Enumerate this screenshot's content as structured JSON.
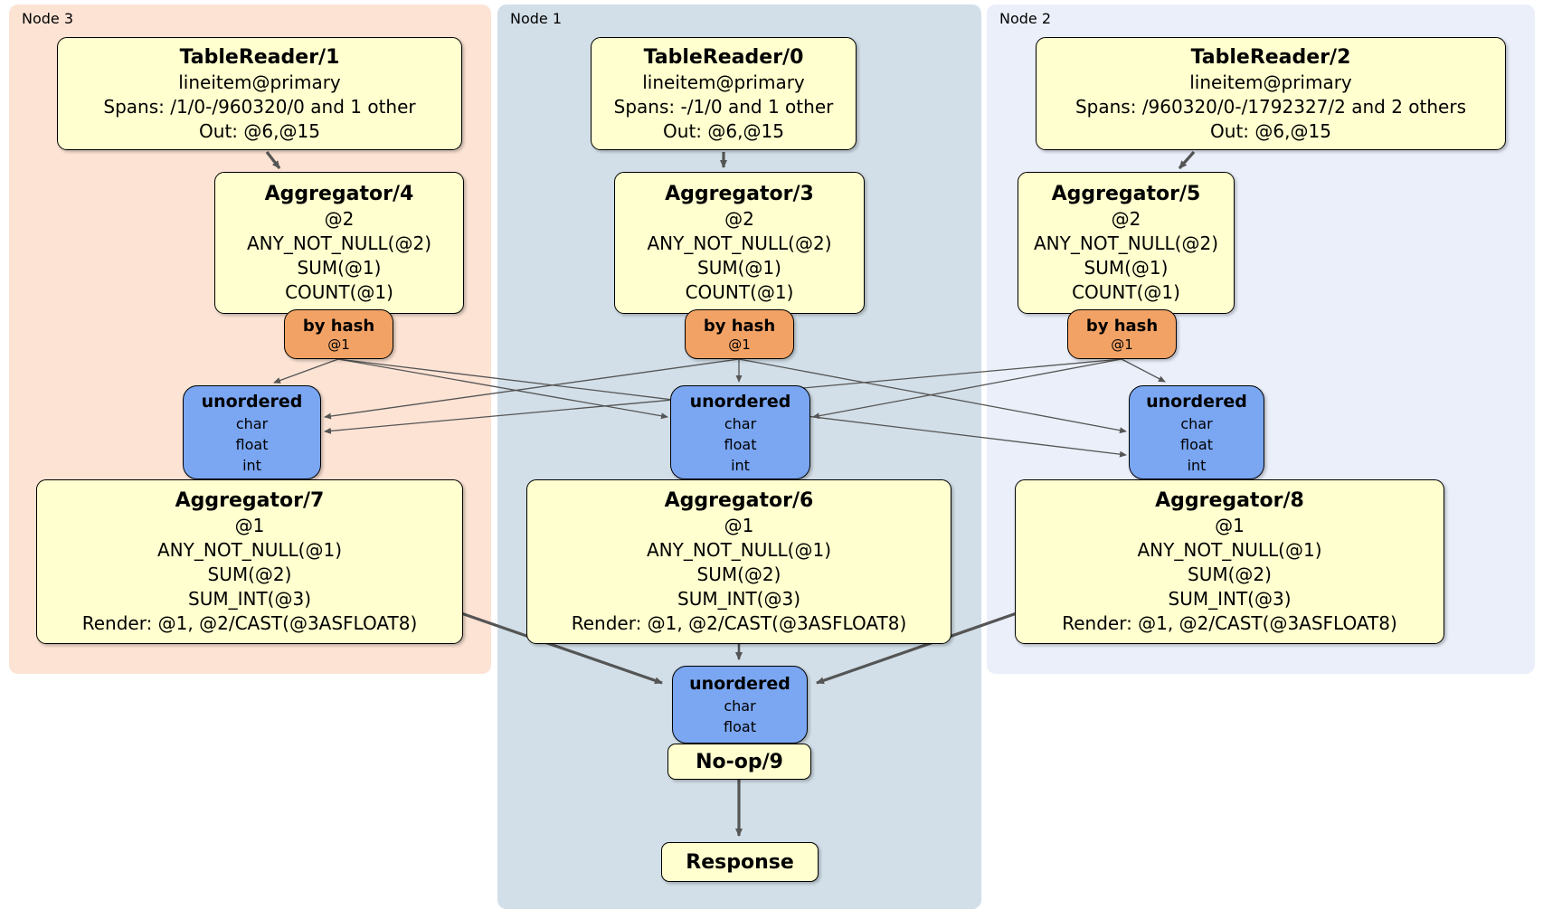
{
  "colors": {
    "node3_bg": "#fce3d4",
    "node1_bg": "#d2dfe8",
    "node2_bg": "#eaeffa",
    "processor_fill": "#ffffcf",
    "router_fill": "#f2a264",
    "sync_fill": "#7aa6f2",
    "edge": "#555555"
  },
  "nodes": [
    {
      "label": "Node 3",
      "table_reader": {
        "title": "TableReader/1",
        "lines": [
          "lineitem@primary",
          "Spans: /1/0-/960320/0 and 1 other",
          "Out: @6,@15"
        ]
      },
      "aggregator_top": {
        "title": "Aggregator/4",
        "lines": [
          "@2",
          "ANY_NOT_NULL(@2)",
          "SUM(@1)",
          "COUNT(@1)"
        ]
      },
      "router": {
        "title": "by hash",
        "detail": "@1"
      },
      "sync": {
        "title": "unordered",
        "lines": [
          "char",
          "float",
          "int"
        ]
      },
      "aggregator_bottom": {
        "title": "Aggregator/7",
        "lines": [
          "@1",
          "ANY_NOT_NULL(@1)",
          "SUM(@2)",
          "SUM_INT(@3)",
          "Render: @1, @2/CAST(@3ASFLOAT8)"
        ]
      }
    },
    {
      "label": "Node 1",
      "table_reader": {
        "title": "TableReader/0",
        "lines": [
          "lineitem@primary",
          "Spans: -/1/0 and 1 other",
          "Out: @6,@15"
        ]
      },
      "aggregator_top": {
        "title": "Aggregator/3",
        "lines": [
          "@2",
          "ANY_NOT_NULL(@2)",
          "SUM(@1)",
          "COUNT(@1)"
        ]
      },
      "router": {
        "title": "by hash",
        "detail": "@1"
      },
      "sync": {
        "title": "unordered",
        "lines": [
          "char",
          "float",
          "int"
        ]
      },
      "aggregator_bottom": {
        "title": "Aggregator/6",
        "lines": [
          "@1",
          "ANY_NOT_NULL(@1)",
          "SUM(@2)",
          "SUM_INT(@3)",
          "Render: @1, @2/CAST(@3ASFLOAT8)"
        ]
      }
    },
    {
      "label": "Node 2",
      "table_reader": {
        "title": "TableReader/2",
        "lines": [
          "lineitem@primary",
          "Spans: /960320/0-/1792327/2 and 2 others",
          "Out: @6,@15"
        ]
      },
      "aggregator_top": {
        "title": "Aggregator/5",
        "lines": [
          "@2",
          "ANY_NOT_NULL(@2)",
          "SUM(@1)",
          "COUNT(@1)"
        ]
      },
      "router": {
        "title": "by hash",
        "detail": "@1"
      },
      "sync": {
        "title": "unordered",
        "lines": [
          "char",
          "float",
          "int"
        ]
      },
      "aggregator_bottom": {
        "title": "Aggregator/8",
        "lines": [
          "@1",
          "ANY_NOT_NULL(@1)",
          "SUM(@2)",
          "SUM_INT(@3)",
          "Render: @1, @2/CAST(@3ASFLOAT8)"
        ]
      }
    }
  ],
  "final": {
    "sync": {
      "title": "unordered",
      "lines": [
        "char",
        "float"
      ]
    },
    "noop": {
      "title": "No-op/9"
    },
    "response": {
      "title": "Response"
    }
  }
}
